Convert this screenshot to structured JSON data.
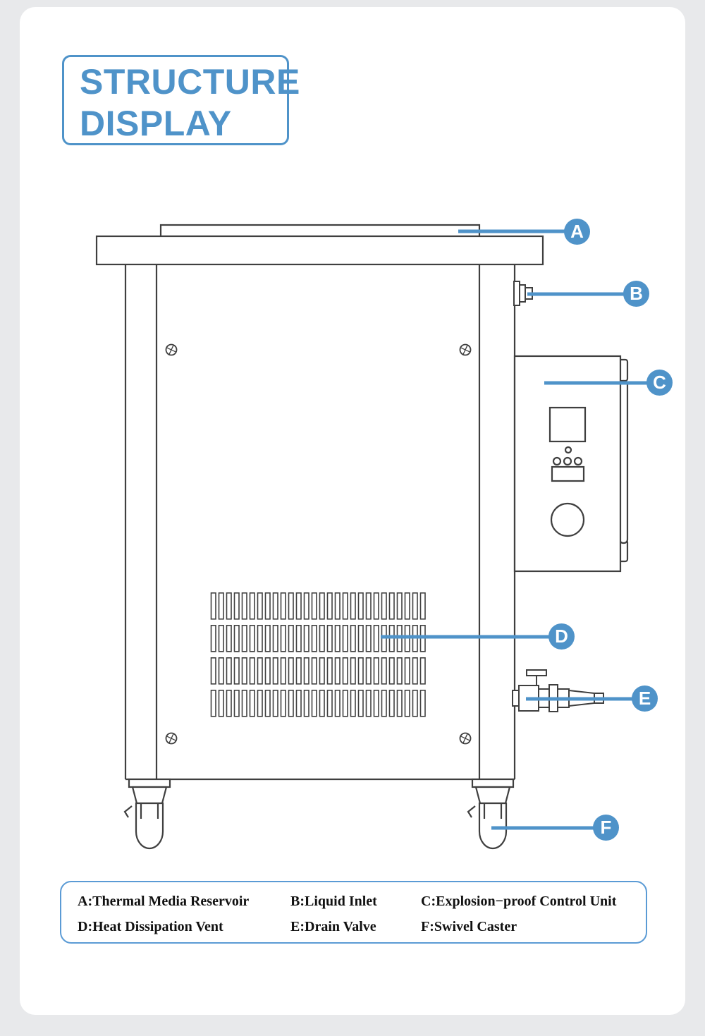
{
  "title": {
    "line1": "STRUCTURE",
    "line2": "DISPLAY"
  },
  "badges": [
    "A",
    "B",
    "C",
    "D",
    "E",
    "F"
  ],
  "legend": {
    "items": [
      {
        "text": "A:Thermal Media Reservoir"
      },
      {
        "text": "B:Liquid Inlet"
      },
      {
        "text": "C:Explosion−proof Control Unit"
      },
      {
        "text": "D:Heat Dissipation Vent"
      },
      {
        "text": "E:Drain Valve"
      },
      {
        "text": "F:Swivel Caster"
      }
    ]
  },
  "colors": {
    "accent_blue": "#4f93c9",
    "legend_border_blue": "#5b9bd5",
    "diagram_line": "#3f3f3f",
    "page_background": "#e8e9eb",
    "card_background": "#ffffff"
  }
}
